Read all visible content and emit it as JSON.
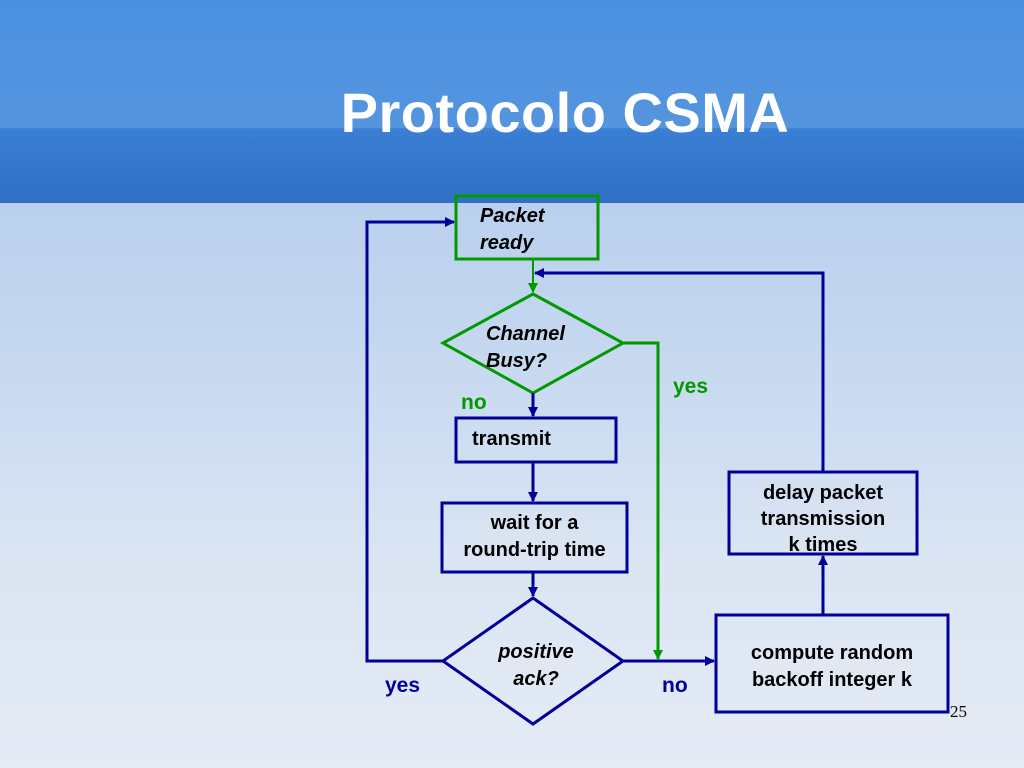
{
  "slide": {
    "title": "Protocolo CSMA",
    "number": "25"
  },
  "nodes": {
    "packet_ready": "Packet\nready",
    "channel_busy": "Channel\nBusy?",
    "transmit": "transmit",
    "wait": "wait for a\nround-trip time",
    "positive_ack": "positive\nack?",
    "delay": "delay packet\ntransmission\nk times",
    "compute": "compute random\nbackoff integer k"
  },
  "edges": {
    "channel_no": "no",
    "channel_yes": "yes",
    "ack_yes": "yes",
    "ack_no": "no"
  },
  "colors": {
    "green": "#009900",
    "navy": "#000099",
    "title_band": "#4a90e2"
  }
}
